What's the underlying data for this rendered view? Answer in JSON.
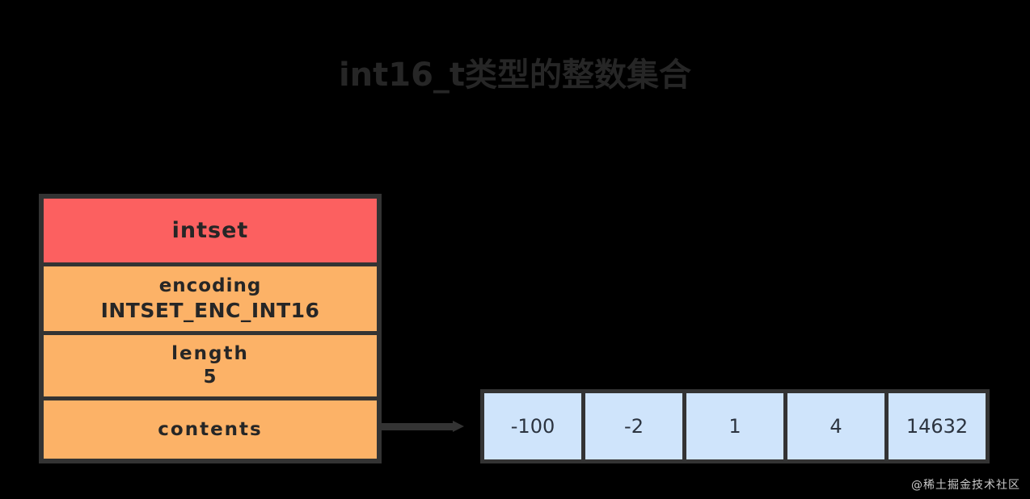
{
  "page": {
    "title": "int16_t类型的整数集合",
    "background_color": "#000000",
    "title_color": "#262626"
  },
  "struct": {
    "header_label": "intset",
    "header_color": "#FC6060",
    "field_color": "#FCB267",
    "border_color": "#333333",
    "fields": [
      {
        "name": "encoding",
        "value": "INTSET_ENC_INT16"
      },
      {
        "name": "length",
        "value": "5"
      },
      {
        "name": "contents",
        "value": ""
      }
    ]
  },
  "connector": {
    "icon": "arrow-right-icon",
    "color": "#333333"
  },
  "array": {
    "cell_color": "#CFE4FB",
    "border_color": "#333333",
    "values": [
      "-100",
      "-2",
      "1",
      "4",
      "14632"
    ]
  },
  "watermark": {
    "text": "@稀土掘金技术社区"
  }
}
